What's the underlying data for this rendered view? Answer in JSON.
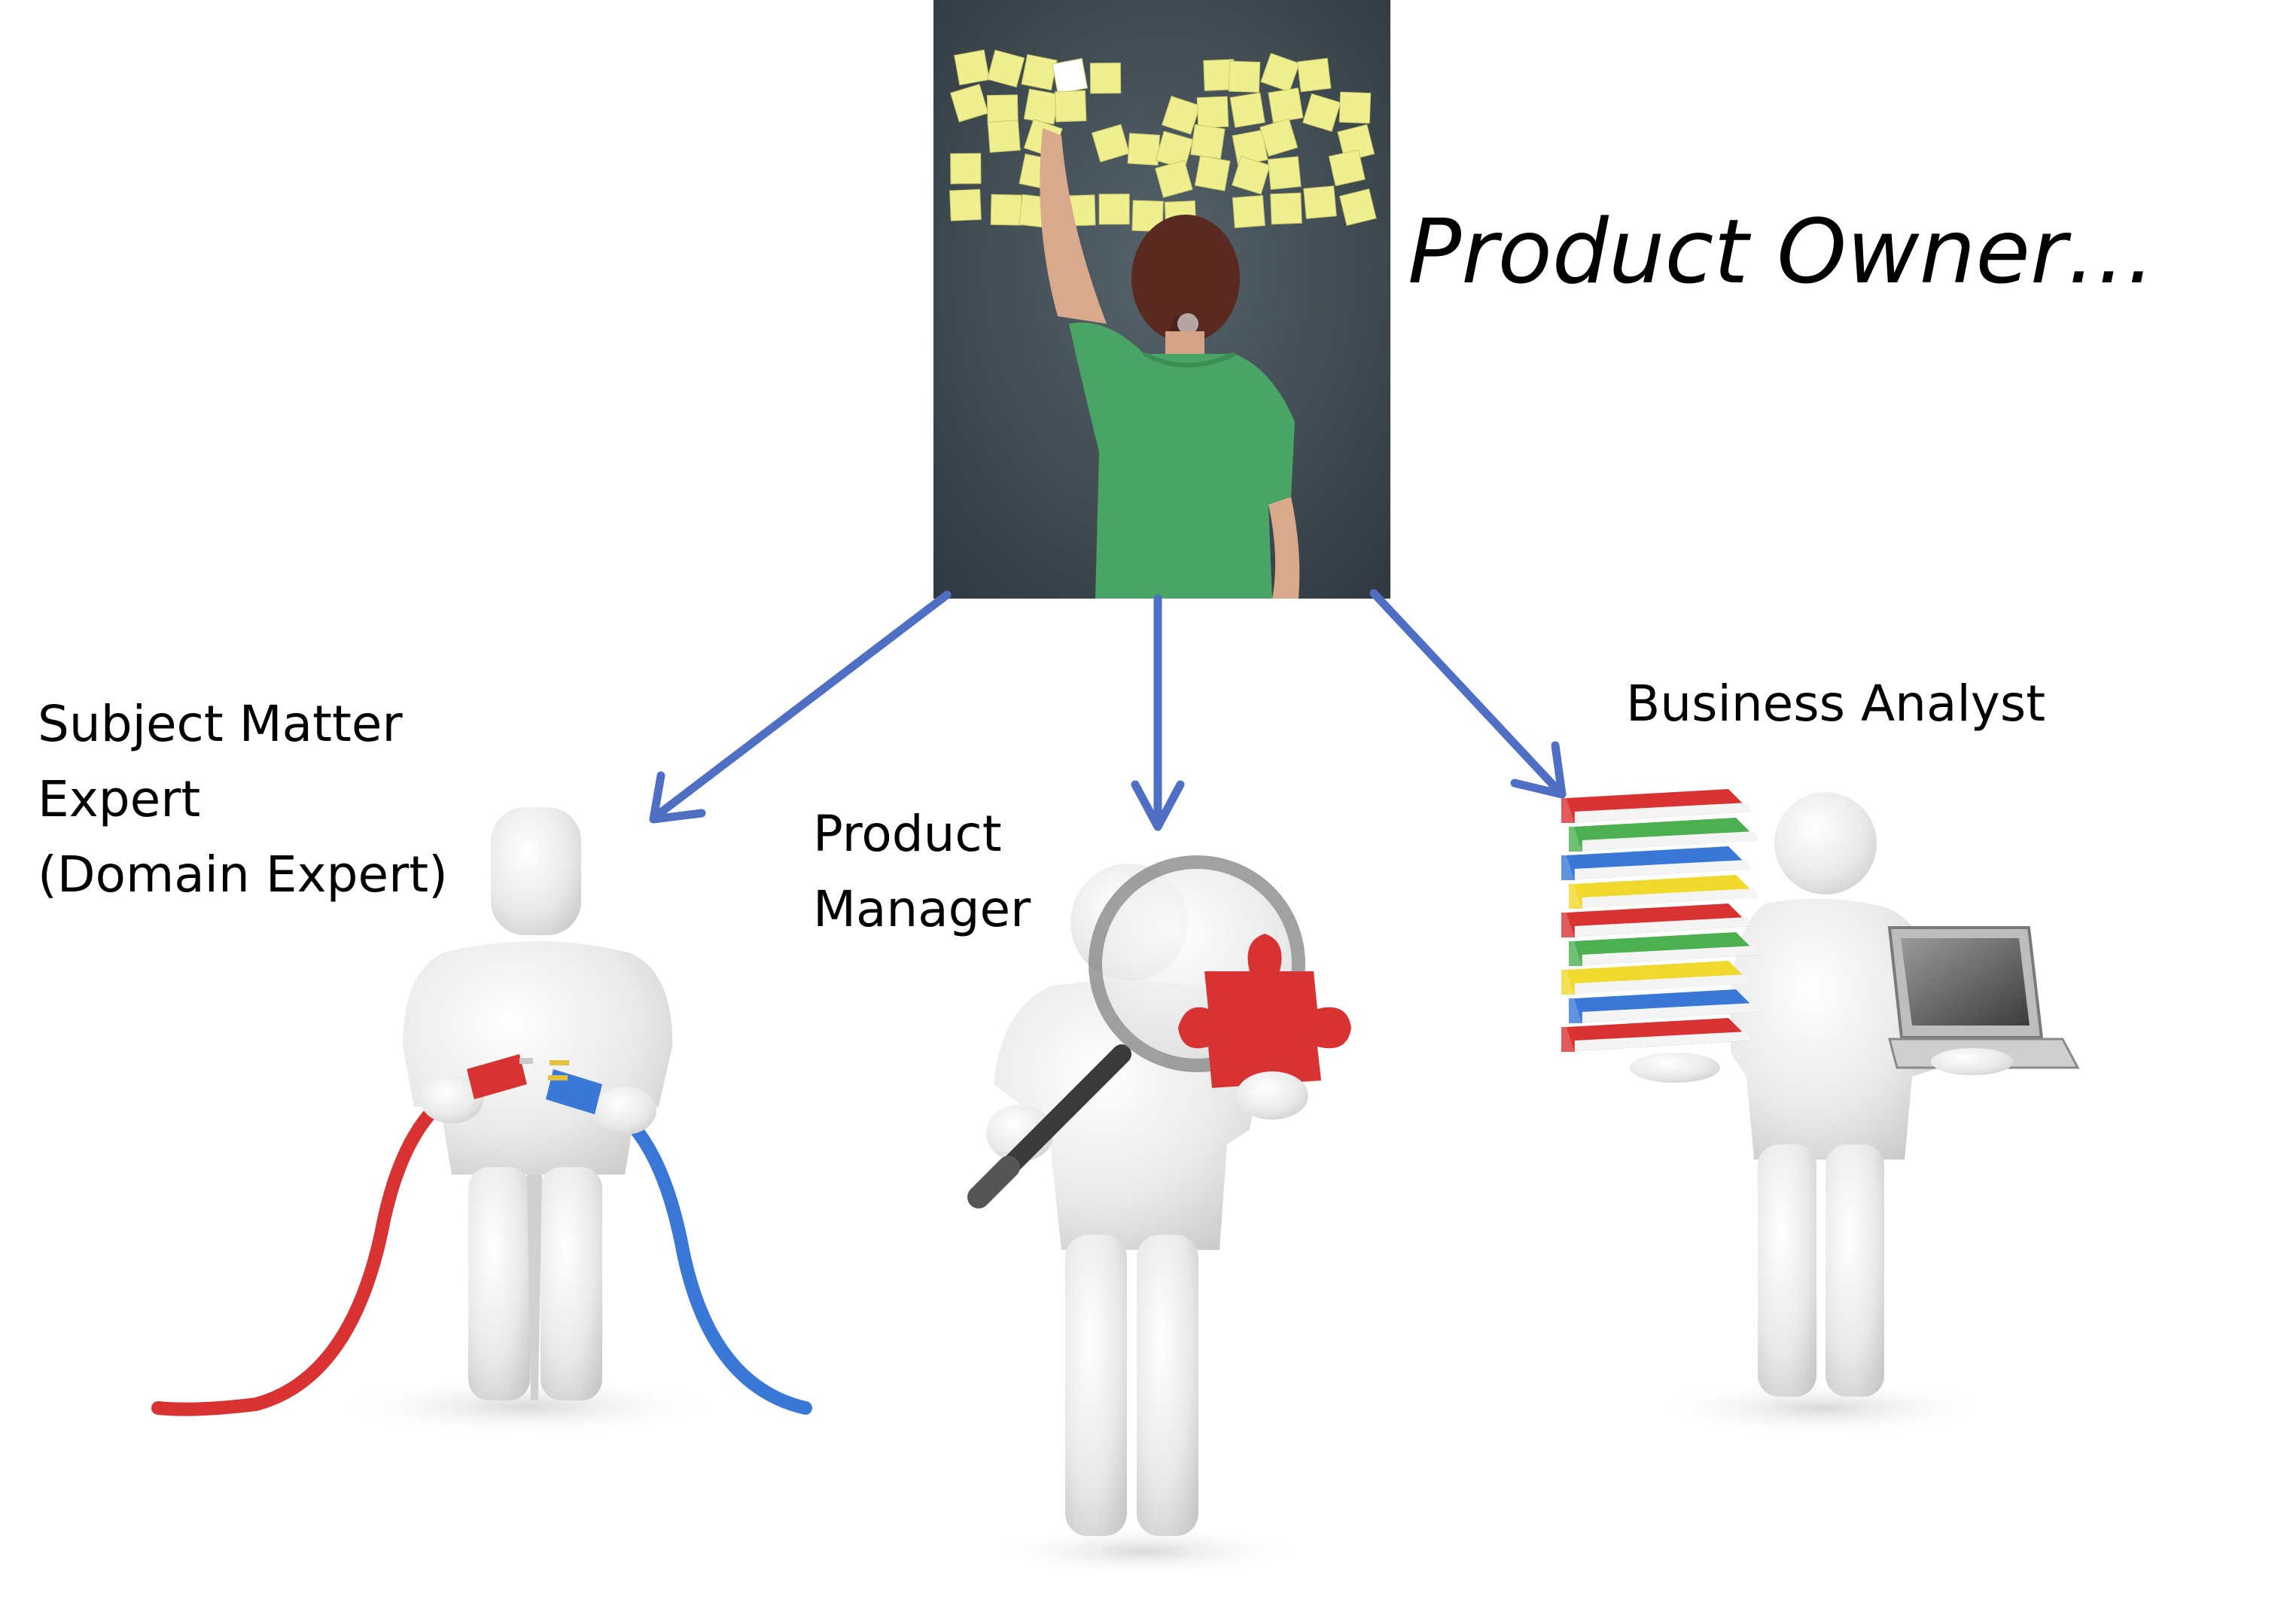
{
  "diagram": {
    "root": {
      "title": "Product Owner…"
    },
    "children": [
      {
        "lines": [
          "Subject Matter",
          "Expert",
          "(Domain Expert)"
        ]
      },
      {
        "lines": [
          "Product",
          "Manager"
        ]
      },
      {
        "lines": [
          "Business Analyst"
        ]
      }
    ],
    "colors": {
      "arrow": "#4F6FC4",
      "wall": "#38434a",
      "sticky_note": "#f0ef8f",
      "shirt": "#48a565",
      "figure": "#ececec",
      "red": "#d83232",
      "blue": "#3a78d8",
      "green": "#4caf50",
      "yellow": "#f1d82c"
    }
  }
}
